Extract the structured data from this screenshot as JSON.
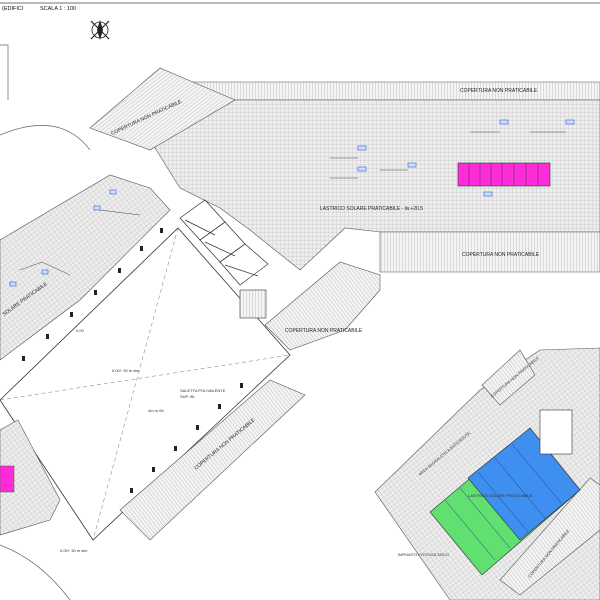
{
  "header": {
    "view_title": "(EDIFICI",
    "scale_label": "SCALA 1 : 100"
  },
  "labels": {
    "roof_np": "COPERTURA NON PRATICABILE",
    "solar_floor_top": "LASTRICO SOLARE PRATICABILE - liv.+20.5",
    "solar_floor_left": "SOLARE PRATICABILE",
    "spot_elev_1": "0.00+ 30 m slm",
    "spot_elev_2": "0.00+ 30 m slm",
    "dim_1": "4m m 06",
    "dim_2": "0.00",
    "room_note_1": "SALETTA POLIVALENTE",
    "room_note_2": "SUP. 96",
    "solar_right": "LASTRICO SOLARE PRATICABILE",
    "annex_small_text": "AREA SEGNALETICA ANTICADUTA",
    "bottom_note": "IMPIANTO FOTOVOLTAICO"
  },
  "colors": {
    "hatch": "#b9b9b9",
    "line": "#333333",
    "magenta": "#ff2bd9",
    "blue_panel": "#3f8ff0",
    "green_panel": "#5fe070",
    "device": "#2a5bd7"
  },
  "icons": {
    "north": "north-arrow-icon"
  }
}
